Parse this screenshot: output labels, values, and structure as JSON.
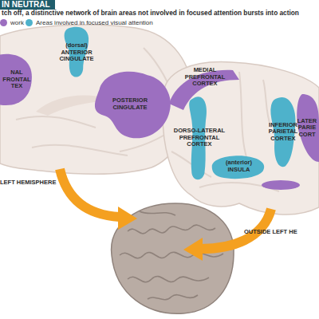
{
  "diagram": {
    "title": "IN NEUTRAL",
    "nodes": [
      {
        "text": [
          "NAL FRONTAL TEX"
        ]
      },
      {
        "text": [
          "(dorsal) ANTERIOR CINGULATE"
        ]
      },
      {
        "text": [
          "POSTERIOR CINGULATE"
        ]
      },
      {
        "text": [
          "DORSO-LATERAL PREFRONTAL CORTEX"
        ]
      },
      {
        "text": [
          "(anterior) INSULA"
        ]
      },
      {
        "text": [
          "INFERIOR PARIETAL CORTEX"
        ]
      },
      {
        "text": [
          "LATER PARIE CORT"
        ]
      }
    ],
    "labels": [
      "tch off, a distinctive network of brain areas not involved in focused attention bursts into action",
      "MEDIAL PREFRONTAL CORTEX",
      "LEFT HEMISPHERE",
      "OUTSIDE LEFT HE"
    ],
    "legend": [
      {
        "text": "work",
        "color": "#9c6fc0"
      },
      {
        "text": "Areas involved in focused visual attention",
        "color": "#4eb2cb"
      }
    ]
  }
}
